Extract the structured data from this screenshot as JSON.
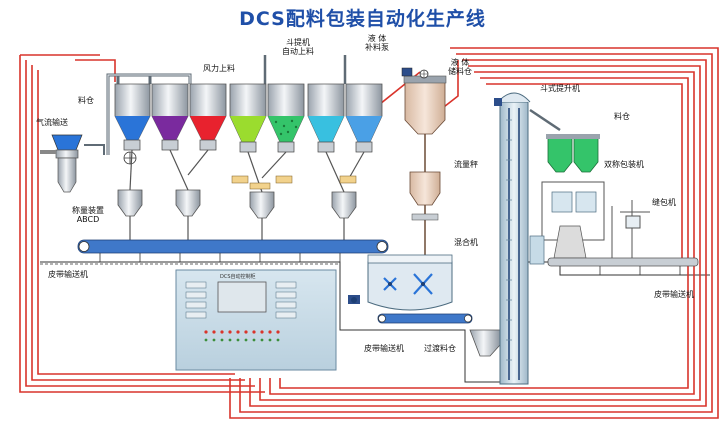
{
  "title": "DCS配料包装自动化生产线",
  "labels": {
    "wind_feed": "风力上料",
    "bucket_feed": "斗提机\n自动上料",
    "liquid_feed": "液 体\n补料泵",
    "liquid_storage": "液 体\n储料仓",
    "material_bin_left": "料仓",
    "air_conveying": "气流输送",
    "weighing": "称量装置\nABCD",
    "belt_conveyor_left": "皮带输送机",
    "flow_scale": "流量秤",
    "mixer": "混合机",
    "belt_conveyor_mid": "皮带输送机",
    "transition_bin": "过渡料仓",
    "bucket_elevator": "斗式提升机",
    "material_bin_right": "料仓",
    "double_packer": "双称包装机",
    "sewing_machine": "缝包机",
    "belt_conveyor_right": "皮带输送机",
    "control_cabinet": "DCS自动控制柜"
  },
  "colors": {
    "title": "#1f4fa8",
    "pipe_red": "#d9342b",
    "belt_blue": "#3f78c9",
    "hopper_blue": "#2a74d8",
    "hopper_purple": "#7a2a9e",
    "hopper_red": "#e8222e",
    "hopper_green": "#9bdc2e",
    "hopper_green_dots": "#34c46a",
    "hopper_cyan": "#38c0e0",
    "hopper_lightblue": "#4aa0e6",
    "cabinet": "#c6dbe7",
    "tank_liquid": "#e7cdbb"
  }
}
